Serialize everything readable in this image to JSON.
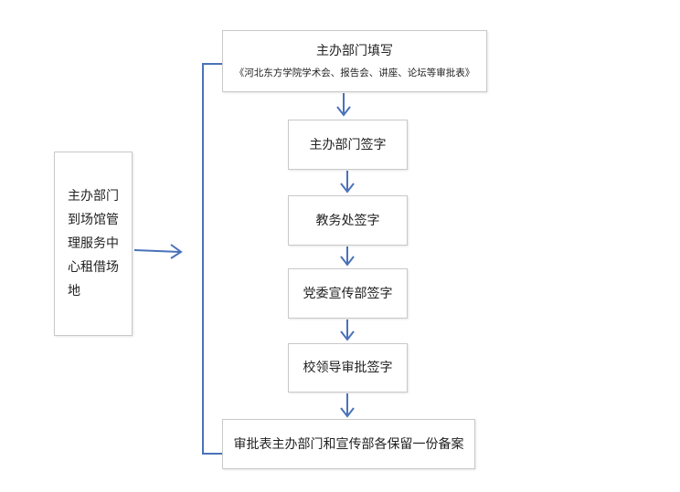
{
  "left_box": {
    "label": "主办部门到场馆管理服务中心租借场地"
  },
  "steps": [
    {
      "label": "主办部门填写",
      "sublabel": "《河北东方学院学术会、报告会、讲座、论坛等审批表》"
    },
    {
      "label": "主办部门签字"
    },
    {
      "label": "教务处签字"
    },
    {
      "label": "党委宣传部签字"
    },
    {
      "label": "校领导审批签字"
    },
    {
      "label": "审批表主办部门和宣传部各保留一份备案"
    }
  ],
  "colors": {
    "arrow": "#4a72b8",
    "border": "#c9c9c9",
    "text": "#222222"
  }
}
